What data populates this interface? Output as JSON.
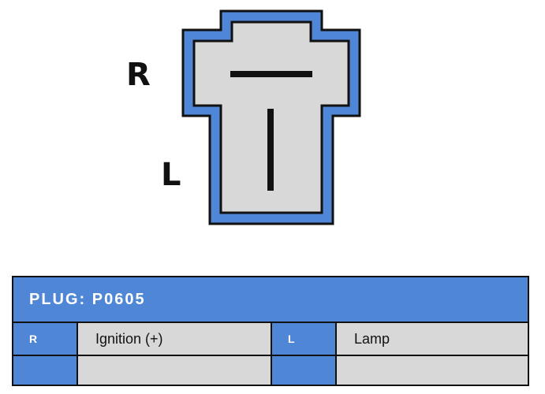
{
  "connector": {
    "pins": [
      {
        "label": "R"
      },
      {
        "label": "L"
      }
    ],
    "colors": {
      "outline": "#4f86d6",
      "body": "#d8d8d8",
      "terminal": "#111111"
    }
  },
  "table": {
    "title": "PLUG: P0605",
    "rows": [
      {
        "pin1": "R",
        "func1": "Ignition (+)",
        "pin2": "L",
        "func2": "Lamp"
      },
      {
        "pin1": "",
        "func1": "",
        "pin2": "",
        "func2": ""
      }
    ],
    "colors": {
      "header_bg": "#4f86d6",
      "pin_cell_bg": "#4f86d6",
      "func_cell_bg": "#d8d8d8"
    }
  }
}
